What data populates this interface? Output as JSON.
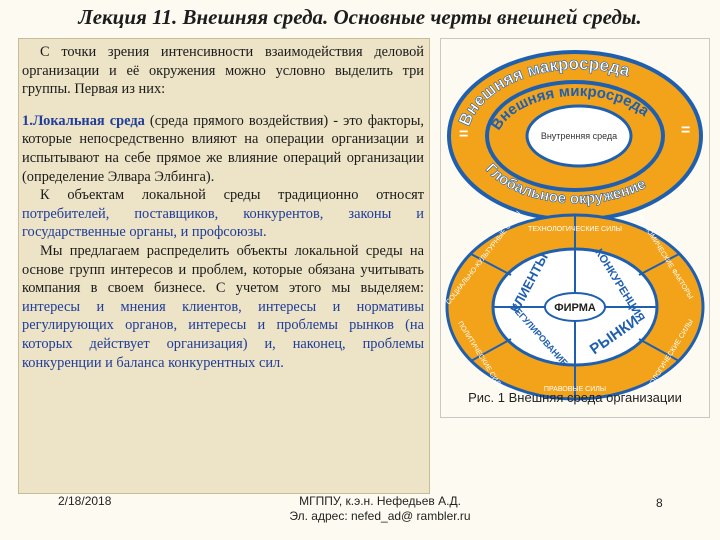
{
  "title": "Лекция 11. Внешняя среда. Основные черты внешней среды.",
  "body": {
    "p1": "С точки зрения интенсивности взаимодействия деловой организации и её окружения можно условно выделить три группы. Первая из них:",
    "p2_head": "1.Локальная среда",
    "p2_rest": " (среда прямого воздействия) - это факторы, которые непосредственно влияют на операции организации и испытывают на себе прямое же влияние операций организации (определение Элвара Элбинга).",
    "p3_lead": "К объектам локальной среды традиционно относят ",
    "p3_blue": "потребителей, поставщиков, конкурентов, законы и государственные органы, и профсоюзы.",
    "p4_lead": "Мы предлагаем распределить объекты локальной среды на основе групп интересов и проблем, которые обязана учитывать компания в своем бизнесе. С учетом этого мы выделяем: ",
    "p4_blue": "интересы и мнения клиентов, интересы и нормативы регулирующих органов, интересы и проблемы рынков (на которых действует организация) и, наконец, проблемы конкуренции и баланса конкурентных сил."
  },
  "figure": {
    "top": {
      "outer_label": "Внешняя макросреда",
      "middle_label": "Внешняя микросреда",
      "inner_label": "Внутренняя среда",
      "bottom_label": "Глобальное окружение",
      "marks": "= ="
    },
    "bottom": {
      "center": "ФИРМА",
      "segments": [
        "КЛИЕНТЫ",
        "КОНКУРЕНЦИЯ",
        "РЕГУЛИРОВАНИЕ",
        "РЫНКИ"
      ],
      "forces": [
        "ТЕХНОЛОГИЧЕСКИЕ СИЛЫ",
        "ЭКОНОМИЧЕСКИЕ ФАКТОРЫ",
        "ЭКОЛОГИЧЕСКИЕ СИЛЫ",
        "ПРАВОВЫЕ СИЛЫ",
        "ПОЛИТИЧЕСКИЕ СИЛЫ",
        "СОЦИАЛЬНО-КУЛЬТУРНЫЕ СИЛЫ"
      ]
    },
    "caption": "Рис. 1 Внешняя среда организации"
  },
  "footer": {
    "date": "2/18/2018",
    "author_line1": "МГППУ, к.э.н. Нефедьев А.Д.",
    "author_line2": "Эл. адрес: nefed_ad@ rambler.ru",
    "page": "8"
  },
  "colors": {
    "orange": "#f2a31a",
    "blue": "#1f5fb0",
    "text_blue": "#1f3d9a",
    "box": "#ede3c6"
  }
}
